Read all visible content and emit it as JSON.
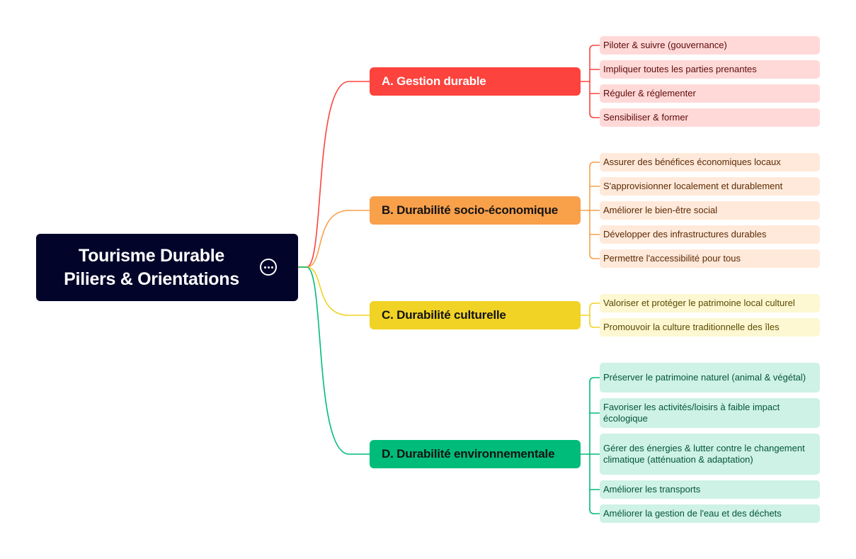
{
  "root": {
    "title_line1": "Tourisme Durable",
    "title_line2": "Piliers & Orientations",
    "more_icon": "more-horizontal-icon"
  },
  "colors": {
    "root_bg": "#02042a",
    "A": {
      "main": "#fd433d",
      "light": "#ffd9d8",
      "text": "#5c0a08"
    },
    "B": {
      "main": "#f9a04b",
      "light": "#ffe9da",
      "text": "#5a2a05"
    },
    "C": {
      "main": "#f1d325",
      "light": "#fdf7d2",
      "text": "#5a4a00"
    },
    "D": {
      "main": "#00bc7b",
      "light": "#cef2e5",
      "text": "#04553a"
    }
  },
  "branches": [
    {
      "id": "A",
      "label": "A. Gestion durable",
      "children": [
        "Piloter & suivre (gouvernance)",
        "Impliquer toutes les parties prenantes",
        "Réguler & réglementer",
        "Sensibiliser & former"
      ]
    },
    {
      "id": "B",
      "label": "B. Durabilité socio-économique",
      "children": [
        "Assurer des bénéfices économiques locaux",
        "S'approvisionner localement et durablement",
        "Améliorer le bien-être social",
        "Développer des infrastructures durables",
        "Permettre l'accessibilité pour tous"
      ]
    },
    {
      "id": "C",
      "label": "C. Durabilité culturelle",
      "children": [
        "Valoriser et protéger le patrimoine local culturel",
        "Promouvoir la culture traditionnelle des îles"
      ]
    },
    {
      "id": "D",
      "label": "D. Durabilité environnementale",
      "children": [
        "Préserver le patrimoine naturel (animal & végétal)",
        "Favoriser les activités/loisirs à faible impact écologique",
        "Gérer des énergies & lutter contre le changement climatique (atténuation & adaptation)",
        "Améliorer les transports",
        "Améliorer la gestion de l'eau et des déchets"
      ]
    }
  ]
}
